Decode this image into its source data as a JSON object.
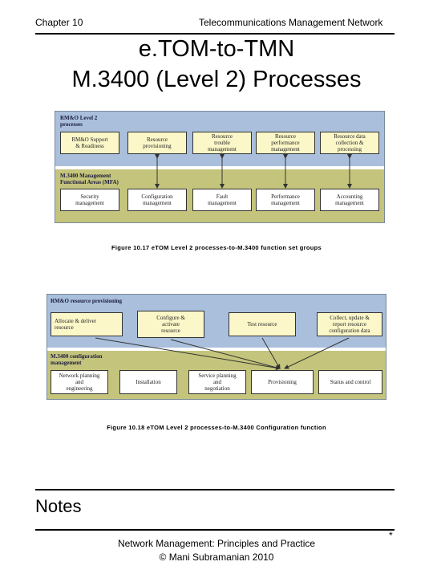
{
  "header": {
    "chapter": "Chapter 10",
    "book_topic": "Telecommunications Management Network"
  },
  "title": {
    "line1": "e.TOM-to-TMN",
    "line2": "M.3400 (Level 2) Processes"
  },
  "figure17": {
    "top_band_label_1": "RM&O Level 2",
    "top_band_label_2": "processes",
    "top_boxes": [
      {
        "line1": "RM&O Support",
        "line2": "& Readiness",
        "line3": ""
      },
      {
        "line1": "Resource",
        "line2": "provisioning",
        "line3": ""
      },
      {
        "line1": "Resource",
        "line2": "trouble",
        "line3": "management"
      },
      {
        "line1": "Resource",
        "line2": "performance",
        "line3": "management"
      },
      {
        "line1": "Resource data",
        "line2": "collection &",
        "line3": "processing"
      }
    ],
    "bottom_band_label_1": "M.3400 Management",
    "bottom_band_label_2": "Functional Areas (MFA)",
    "bottom_boxes": [
      {
        "line1": "Security",
        "line2": "management"
      },
      {
        "line1": "Configuration",
        "line2": "management"
      },
      {
        "line1": "Fault",
        "line2": "management"
      },
      {
        "line1": "Performance",
        "line2": "management"
      },
      {
        "line1": "Accounting",
        "line2": "management"
      }
    ],
    "caption": "Figure 10.17 eTOM Level 2 processes-to-M.3400 function set groups"
  },
  "figure18": {
    "top_band_label": "RM&O resource provisioning",
    "top_boxes": [
      {
        "line1": "Allocate & deliver",
        "line2": "resource",
        "line3": ""
      },
      {
        "line1": "Configure &",
        "line2": "activate",
        "line3": "resource"
      },
      {
        "line1": "Test resource",
        "line2": "",
        "line3": ""
      },
      {
        "line1": "Collect, update &",
        "line2": "report resource",
        "line3": "configuration data"
      }
    ],
    "bottom_band_label_1": "M.3400 configuration",
    "bottom_band_label_2": "management",
    "bottom_boxes": [
      {
        "line1": "Network planning",
        "line2": "and",
        "line3": "engineering"
      },
      {
        "line1": "Installation",
        "line2": "",
        "line3": ""
      },
      {
        "line1": "Service planning",
        "line2": "and",
        "line3": "negotiation"
      },
      {
        "line1": "Provisioning",
        "line2": "",
        "line3": ""
      },
      {
        "line1": "Status and control",
        "line2": "",
        "line3": ""
      }
    ],
    "caption": "Figure 10.18 eTOM Level 2 processes-to-M.3400 Configuration function"
  },
  "notes": {
    "label": "Notes",
    "page_marker": "*"
  },
  "footer": {
    "line1": "Network Management: Principles and Practice",
    "line2": "© Mani Subramanian 2010"
  },
  "colors": {
    "blue_band": "#a9bfdc",
    "olive_band": "#c4c47c",
    "box_fill": "#fbf7c8"
  }
}
